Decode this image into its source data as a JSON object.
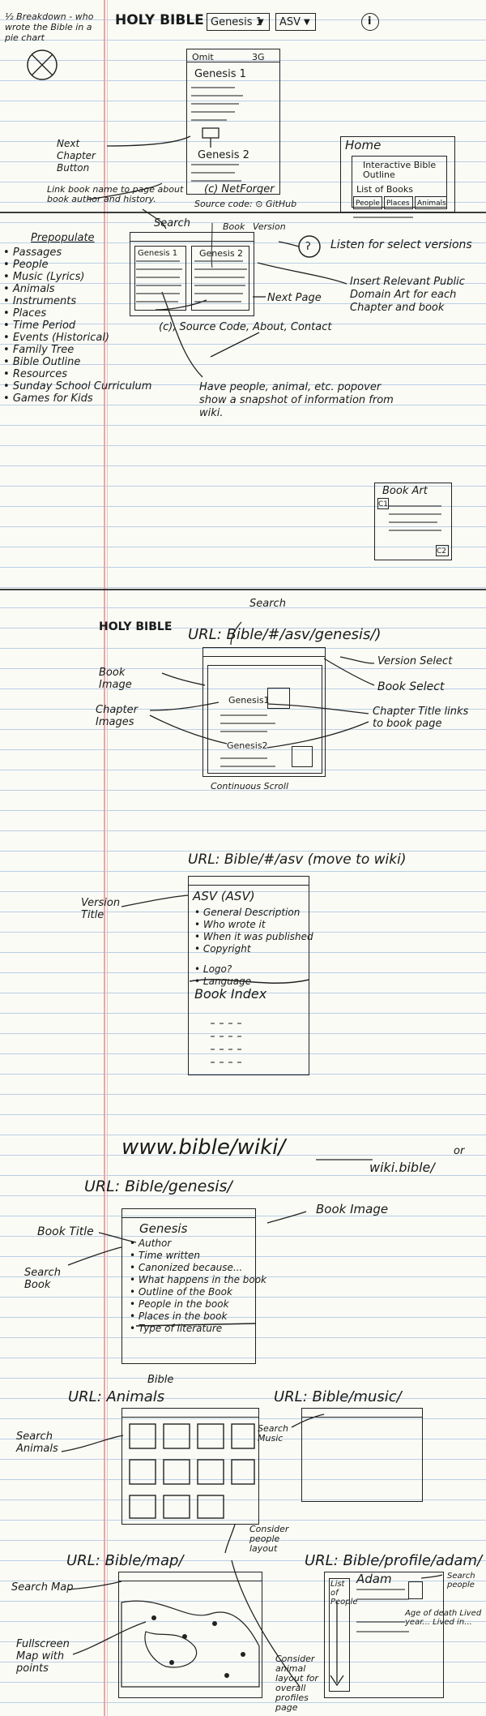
{
  "section1": {
    "side_note": "⅟₂ Breakdown - who wrote the Bible in a pie chart",
    "app_title": "HOLY BIBLE",
    "book_select": "Genesis 1",
    "version_select": "ASV",
    "info_icon_label": "i",
    "phone_status": "Omit",
    "phone_status_right": "3G",
    "chapter1": "Genesis 1",
    "chapter2": "Genesis 2",
    "next_chapter_button": "Next Chapter Button",
    "link_note": "Link book name to page about book author and history.",
    "copyright": "(c) NetForger",
    "source_code": "Source code: ⊙ GitHub",
    "home_title": "Home",
    "home_item1": "Interactive Bible Outline",
    "home_item2": "List of Books",
    "home_btn_people": "People",
    "home_btn_places": "Places",
    "home_btn_animals": "Animals"
  },
  "section2": {
    "search": "Search",
    "book": "Book",
    "version": "Version",
    "prepopulate": "Prepopulate",
    "list": [
      "Passages",
      "People",
      "Music (Lyrics)",
      "Animals",
      "Instruments",
      "Places",
      "Time Period",
      "Events (Historical)",
      "Family Tree",
      "Bible Outline",
      "Resources",
      "Sunday School Curriculum",
      "Games for Kids"
    ],
    "page_left": "Genesis 1",
    "page_right": "Genesis 2",
    "listen": "Listen for select versions",
    "insert_art": "Insert Relevant Public Domain Art for each Chapter and book",
    "next_page": "Next Page",
    "footer": "(c), Source Code, About, Contact",
    "popover": "Have people, animal, etc. popover show a snapshot of information from wiki.",
    "book_art": "Book Art",
    "art_c1": "C1",
    "art_c2": "C2"
  },
  "section3": {
    "search": "Search",
    "title": "HOLY BIBLE",
    "url": "URL: Bible/#/asv/genesis/)",
    "version_select": "Version Select",
    "book_select": "Book Select",
    "book_image": "Book Image",
    "chapter_images": "Chapter Images",
    "chapter1": "Genesis1",
    "chapter2": "Genesis2",
    "chapter_title": "Chapter Title links to book page",
    "continuous": "Continuous Scroll"
  },
  "section4": {
    "url": "URL: Bible/#/asv (move to wiki)",
    "version_title": "Version Title",
    "heading": "ASV (ASV)",
    "bullets": [
      "General Description",
      "Who wrote it",
      "When it was published",
      "Copyright",
      "Logo?",
      "Language"
    ],
    "book_index": "Book Index"
  },
  "section5": {
    "wiki": "www.bible/wiki/",
    "or": "or",
    "wiki2": "wiki.bible/",
    "url": "URL: Bible/genesis/",
    "book_title": "Book Title",
    "book_image": "Book Image",
    "search_book": "Search Book",
    "heading": "Genesis",
    "bullets": [
      "Author",
      "Time written",
      "Canonized because...",
      "What happens in the book",
      "Outline of the Book",
      "People in the book",
      "Places in the book",
      "Type of literature"
    ]
  },
  "section6": {
    "bible": "Bible",
    "url_animals": "URL: Animals",
    "search_animals": "Search Animals",
    "url_music": "URL: Bible/music/",
    "search_music": "Search Music"
  },
  "section7": {
    "url_map": "URL: Bible/map/",
    "search_map": "Search Map",
    "fullscreen": "Fullscreen Map with points",
    "consider_people": "Consider people layout",
    "url_profile": "URL: Bible/profile/adam/",
    "list_people": "List of People",
    "adam": "Adam",
    "search_people": "Search people",
    "age": "Age of death Lived year... Lived in...",
    "consider_animal": "Consider animal layout for overall profiles page"
  }
}
